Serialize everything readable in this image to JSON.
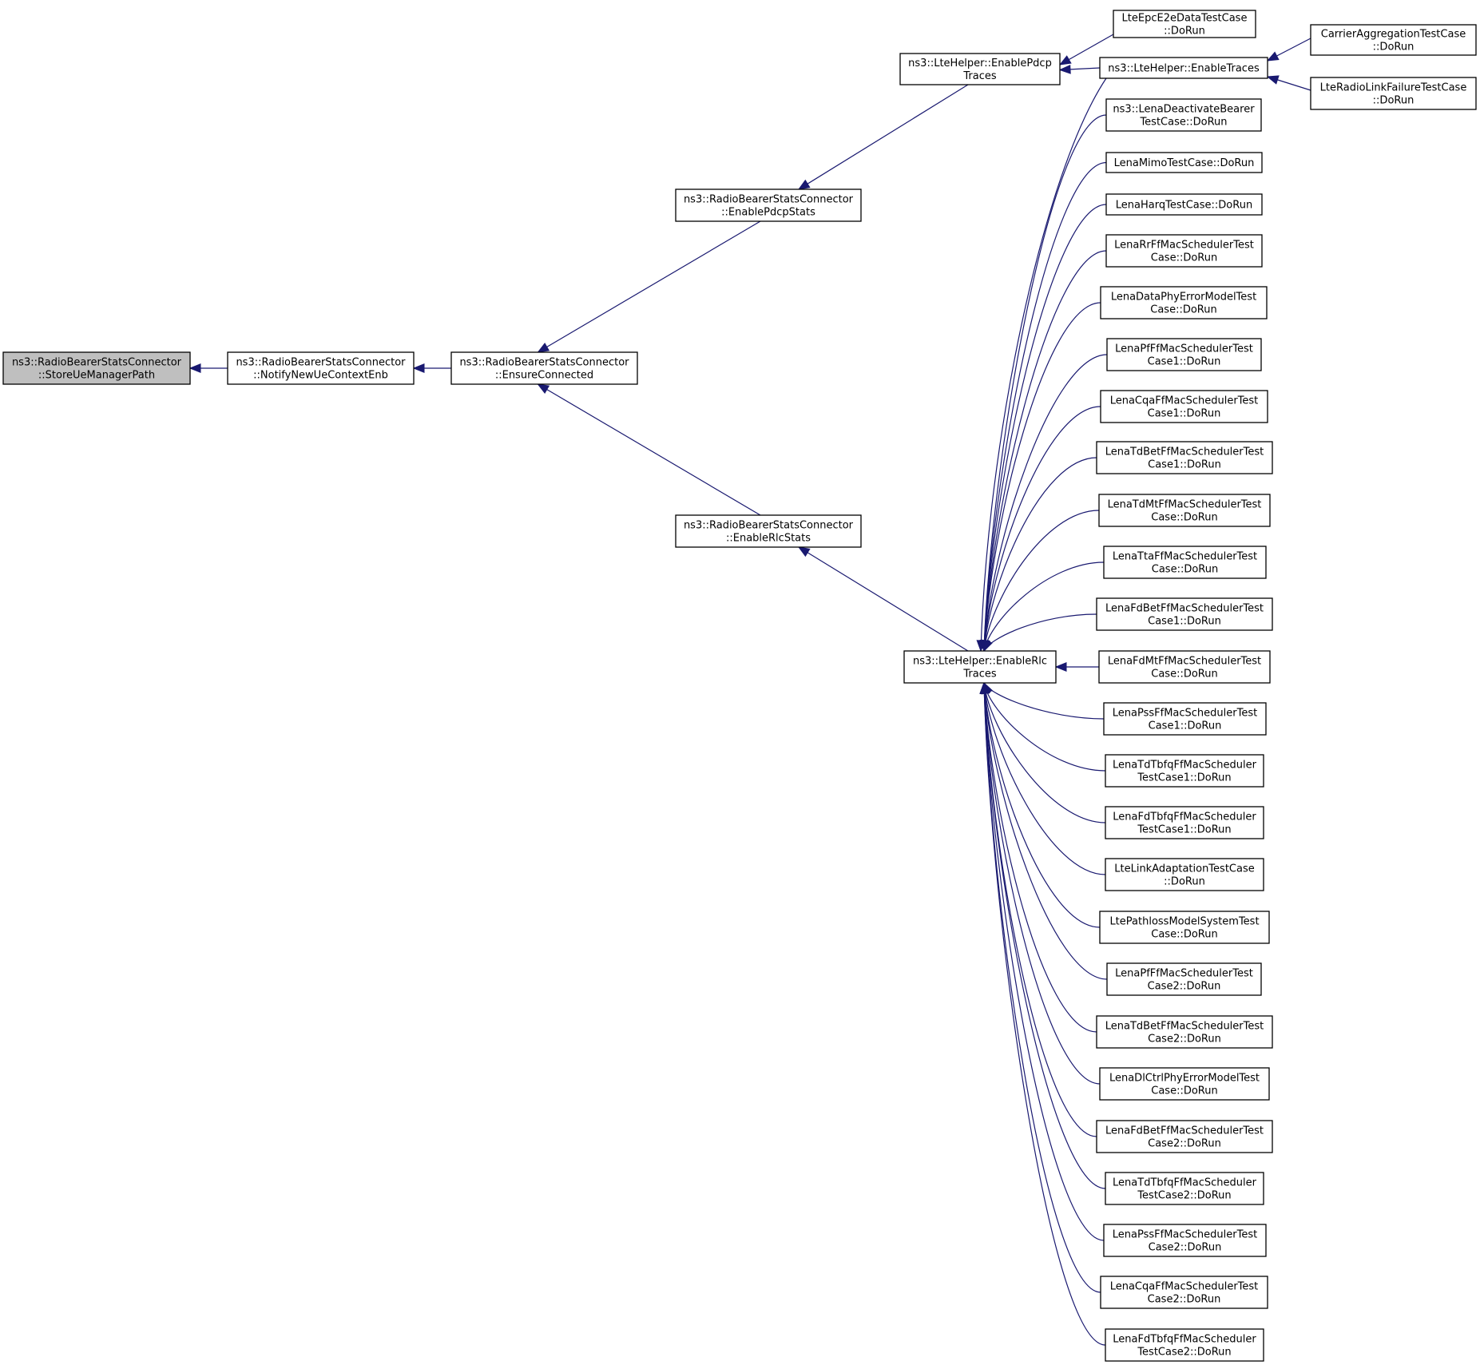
{
  "diagram": {
    "edge_color": "#191970",
    "root_fill": "#bfbfbf",
    "node_fill": "#ffffff",
    "nodes": [
      {
        "id": "store",
        "lines": [
          "ns3::RadioBearerStatsConnector",
          "::StoreUeManagerPath"
        ],
        "root": true
      },
      {
        "id": "notify",
        "lines": [
          "ns3::RadioBearerStatsConnector",
          "::NotifyNewUeContextEnb"
        ]
      },
      {
        "id": "ensure",
        "lines": [
          "ns3::RadioBearerStatsConnector",
          "::EnsureConnected"
        ]
      },
      {
        "id": "pdcpstats",
        "lines": [
          "ns3::RadioBearerStatsConnector",
          "::EnablePdcpStats"
        ]
      },
      {
        "id": "rlcstats",
        "lines": [
          "ns3::RadioBearerStatsConnector",
          "::EnableRlcStats"
        ]
      },
      {
        "id": "pdcptraces",
        "lines": [
          "ns3::LteHelper::EnablePdcp",
          "Traces"
        ]
      },
      {
        "id": "rlctraces",
        "lines": [
          "ns3::LteHelper::EnableRlc",
          "Traces"
        ]
      },
      {
        "id": "epc",
        "lines": [
          "LteEpcE2eDataTestCase",
          "::DoRun"
        ]
      },
      {
        "id": "traces",
        "lines": [
          "ns3::LteHelper::EnableTraces"
        ]
      },
      {
        "id": "carrier",
        "lines": [
          "CarrierAggregationTestCase",
          "::DoRun"
        ]
      },
      {
        "id": "rlf",
        "lines": [
          "LteRadioLinkFailureTestCase",
          "::DoRun"
        ]
      },
      {
        "id": "deact",
        "lines": [
          "ns3::LenaDeactivateBearer",
          "TestCase::DoRun"
        ]
      },
      {
        "id": "mimo",
        "lines": [
          "LenaMimoTestCase::DoRun"
        ]
      },
      {
        "id": "harq",
        "lines": [
          "LenaHarqTestCase::DoRun"
        ]
      },
      {
        "id": "rr",
        "lines": [
          "LenaRrFfMacSchedulerTest",
          "Case::DoRun"
        ]
      },
      {
        "id": "dataphy",
        "lines": [
          "LenaDataPhyErrorModelTest",
          "Case::DoRun"
        ]
      },
      {
        "id": "pf1",
        "lines": [
          "LenaPfFfMacSchedulerTest",
          "Case1::DoRun"
        ]
      },
      {
        "id": "cqa1",
        "lines": [
          "LenaCqaFfMacSchedulerTest",
          "Case1::DoRun"
        ]
      },
      {
        "id": "tdbet1",
        "lines": [
          "LenaTdBetFfMacSchedulerTest",
          "Case1::DoRun"
        ]
      },
      {
        "id": "tdmt",
        "lines": [
          "LenaTdMtFfMacSchedulerTest",
          "Case::DoRun"
        ]
      },
      {
        "id": "tta",
        "lines": [
          "LenaTtaFfMacSchedulerTest",
          "Case::DoRun"
        ]
      },
      {
        "id": "fdbet1",
        "lines": [
          "LenaFdBetFfMacSchedulerTest",
          "Case1::DoRun"
        ]
      },
      {
        "id": "fdmt",
        "lines": [
          "LenaFdMtFfMacSchedulerTest",
          "Case::DoRun"
        ]
      },
      {
        "id": "pss1",
        "lines": [
          "LenaPssFfMacSchedulerTest",
          "Case1::DoRun"
        ]
      },
      {
        "id": "tdtbfq1",
        "lines": [
          "LenaTdTbfqFfMacScheduler",
          "TestCase1::DoRun"
        ]
      },
      {
        "id": "fdtbfq1",
        "lines": [
          "LenaFdTbfqFfMacScheduler",
          "TestCase1::DoRun"
        ]
      },
      {
        "id": "linkadapt",
        "lines": [
          "LteLinkAdaptationTestCase",
          "::DoRun"
        ]
      },
      {
        "id": "pathloss",
        "lines": [
          "LtePathlossModelSystemTest",
          "Case::DoRun"
        ]
      },
      {
        "id": "pf2",
        "lines": [
          "LenaPfFfMacSchedulerTest",
          "Case2::DoRun"
        ]
      },
      {
        "id": "tdbet2",
        "lines": [
          "LenaTdBetFfMacSchedulerTest",
          "Case2::DoRun"
        ]
      },
      {
        "id": "dlctrl",
        "lines": [
          "LenaDlCtrlPhyErrorModelTest",
          "Case::DoRun"
        ]
      },
      {
        "id": "fdbet2",
        "lines": [
          "LenaFdBetFfMacSchedulerTest",
          "Case2::DoRun"
        ]
      },
      {
        "id": "tdtbfq2",
        "lines": [
          "LenaTdTbfqFfMacScheduler",
          "TestCase2::DoRun"
        ]
      },
      {
        "id": "pss2",
        "lines": [
          "LenaPssFfMacSchedulerTest",
          "Case2::DoRun"
        ]
      },
      {
        "id": "cqa2",
        "lines": [
          "LenaCqaFfMacSchedulerTest",
          "Case2::DoRun"
        ]
      },
      {
        "id": "fdtbfq2",
        "lines": [
          "LenaFdTbfqFfMacScheduler",
          "TestCase2::DoRun"
        ]
      }
    ],
    "edges": [
      {
        "from": "notify",
        "to": "store"
      },
      {
        "from": "ensure",
        "to": "notify"
      },
      {
        "from": "pdcpstats",
        "to": "ensure"
      },
      {
        "from": "rlcstats",
        "to": "ensure"
      },
      {
        "from": "pdcptraces",
        "to": "pdcpstats"
      },
      {
        "from": "rlctraces",
        "to": "rlcstats"
      },
      {
        "from": "epc",
        "to": "pdcptraces"
      },
      {
        "from": "traces",
        "to": "pdcptraces"
      },
      {
        "from": "carrier",
        "to": "traces"
      },
      {
        "from": "rlf",
        "to": "traces"
      },
      {
        "from": "traces",
        "to": "rlctraces"
      },
      {
        "from": "deact",
        "to": "rlctraces"
      },
      {
        "from": "mimo",
        "to": "rlctraces"
      },
      {
        "from": "harq",
        "to": "rlctraces"
      },
      {
        "from": "rr",
        "to": "rlctraces"
      },
      {
        "from": "dataphy",
        "to": "rlctraces"
      },
      {
        "from": "pf1",
        "to": "rlctraces"
      },
      {
        "from": "cqa1",
        "to": "rlctraces"
      },
      {
        "from": "tdbet1",
        "to": "rlctraces"
      },
      {
        "from": "tdmt",
        "to": "rlctraces"
      },
      {
        "from": "tta",
        "to": "rlctraces"
      },
      {
        "from": "fdbet1",
        "to": "rlctraces"
      },
      {
        "from": "fdmt",
        "to": "rlctraces"
      },
      {
        "from": "pss1",
        "to": "rlctraces"
      },
      {
        "from": "tdtbfq1",
        "to": "rlctraces"
      },
      {
        "from": "fdtbfq1",
        "to": "rlctraces"
      },
      {
        "from": "linkadapt",
        "to": "rlctraces"
      },
      {
        "from": "pathloss",
        "to": "rlctraces"
      },
      {
        "from": "pf2",
        "to": "rlctraces"
      },
      {
        "from": "tdbet2",
        "to": "rlctraces"
      },
      {
        "from": "dlctrl",
        "to": "rlctraces"
      },
      {
        "from": "fdbet2",
        "to": "rlctraces"
      },
      {
        "from": "tdtbfq2",
        "to": "rlctraces"
      },
      {
        "from": "pss2",
        "to": "rlctraces"
      },
      {
        "from": "cqa2",
        "to": "rlctraces"
      },
      {
        "from": "fdtbfq2",
        "to": "rlctraces"
      }
    ]
  }
}
